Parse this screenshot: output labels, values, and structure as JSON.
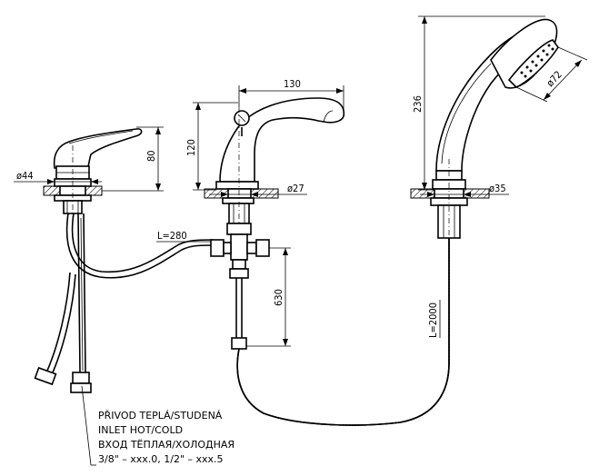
{
  "dimensions": {
    "basin_mixer_height": "80",
    "basin_mixer_diameter": "ø44",
    "spout_length": "130",
    "spout_height": "120",
    "spout_base_diameter": "ø27",
    "connector_length": "L=280",
    "pipe_drop": "630",
    "shower_height": "236",
    "shower_head_diameter": "ø72",
    "shower_base_diameter": "ø35",
    "hose_length": "L=2000"
  },
  "note": {
    "line1": "PŘIVOD TEPLÁ/STUDENÁ",
    "line2": "INLET HOT/COLD",
    "line3": "ВХОД ТЁПЛАЯ/ХОЛОДНАЯ",
    "line4": "3/8\" – xxx.0, 1/2\" – xxx.5"
  }
}
